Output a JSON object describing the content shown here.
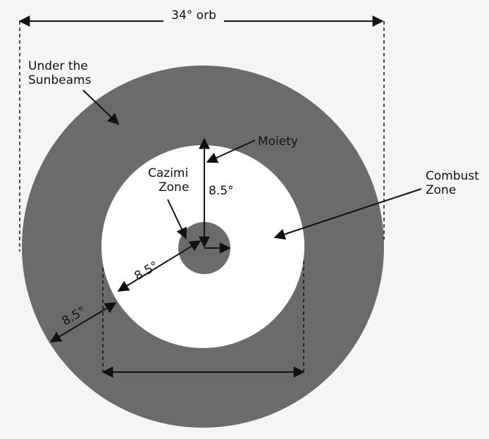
{
  "labels": {
    "orb": "34° orb",
    "under_sunbeams": [
      "Under the",
      "Sunbeams"
    ],
    "moiety": "Moiety",
    "cazimi_zone": [
      "Cazimi",
      "Zone"
    ],
    "combust_zone": [
      "Combust",
      "Zone"
    ],
    "moiety_value": "8.5°",
    "combust_width": "8.5°",
    "sunbeams_width": "8.5°"
  },
  "colors": {
    "ring": "#6b6b6b",
    "background": "#f5f5f3",
    "ink": "#111111"
  }
}
